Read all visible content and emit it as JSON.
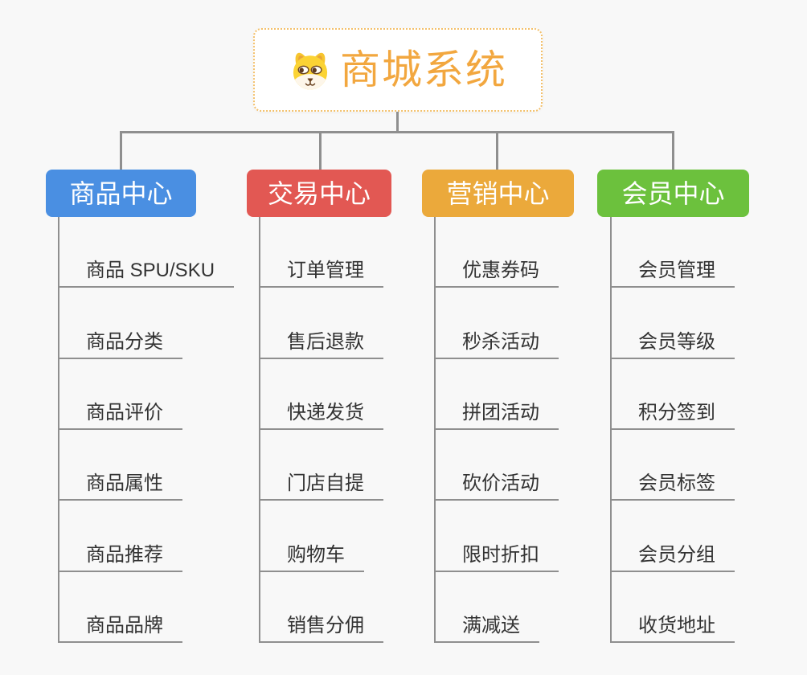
{
  "canvas": {
    "background_color": "#f8f8f8",
    "connector_color": "#8f8f8f"
  },
  "root": {
    "label": "商城系统",
    "icon": "dog-icon",
    "text_color": "#f2a73f",
    "border_color": "#f3c06b"
  },
  "branches": [
    {
      "label": "商品中心",
      "color": "#4a8fe2",
      "children": [
        "商品 SPU/SKU",
        "商品分类",
        "商品评价",
        "商品属性",
        "商品推荐",
        "商品品牌"
      ]
    },
    {
      "label": "交易中心",
      "color": "#e25853",
      "children": [
        "订单管理",
        "售后退款",
        "快递发货",
        "门店自提",
        "购物车",
        "销售分佣"
      ]
    },
    {
      "label": "营销中心",
      "color": "#eba93b",
      "children": [
        "优惠券码",
        "秒杀活动",
        "拼团活动",
        "砍价活动",
        "限时折扣",
        "满减送"
      ]
    },
    {
      "label": "会员中心",
      "color": "#6cc13d",
      "children": [
        "会员管理",
        "会员等级",
        "积分签到",
        "会员标签",
        "会员分组",
        "收货地址"
      ]
    }
  ]
}
